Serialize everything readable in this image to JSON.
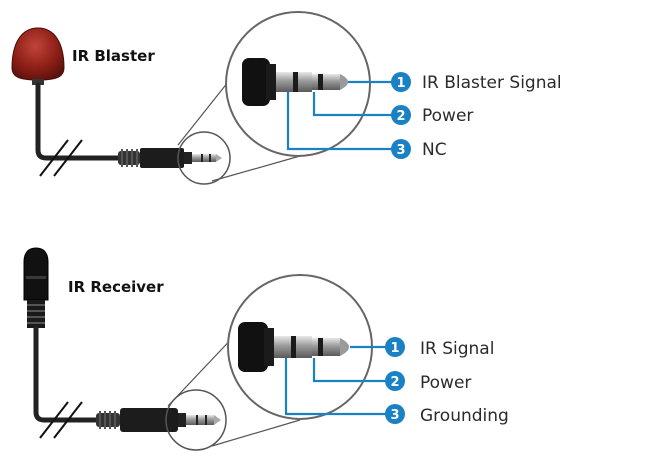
{
  "colors": {
    "badge": "#1a82c4",
    "wire": "#1a82c4",
    "blaster_bulb": "#8e1f17",
    "cable": "#222222"
  },
  "blaster": {
    "title": "IR Blaster",
    "pins": [
      {
        "number": "1",
        "label": "IR Blaster Signal"
      },
      {
        "number": "2",
        "label": "Power"
      },
      {
        "number": "3",
        "label": "NC"
      }
    ]
  },
  "receiver": {
    "title": "IR Receiver",
    "pins": [
      {
        "number": "1",
        "label": "IR Signal"
      },
      {
        "number": "2",
        "label": "Power"
      },
      {
        "number": "3",
        "label": "Grounding"
      }
    ]
  }
}
